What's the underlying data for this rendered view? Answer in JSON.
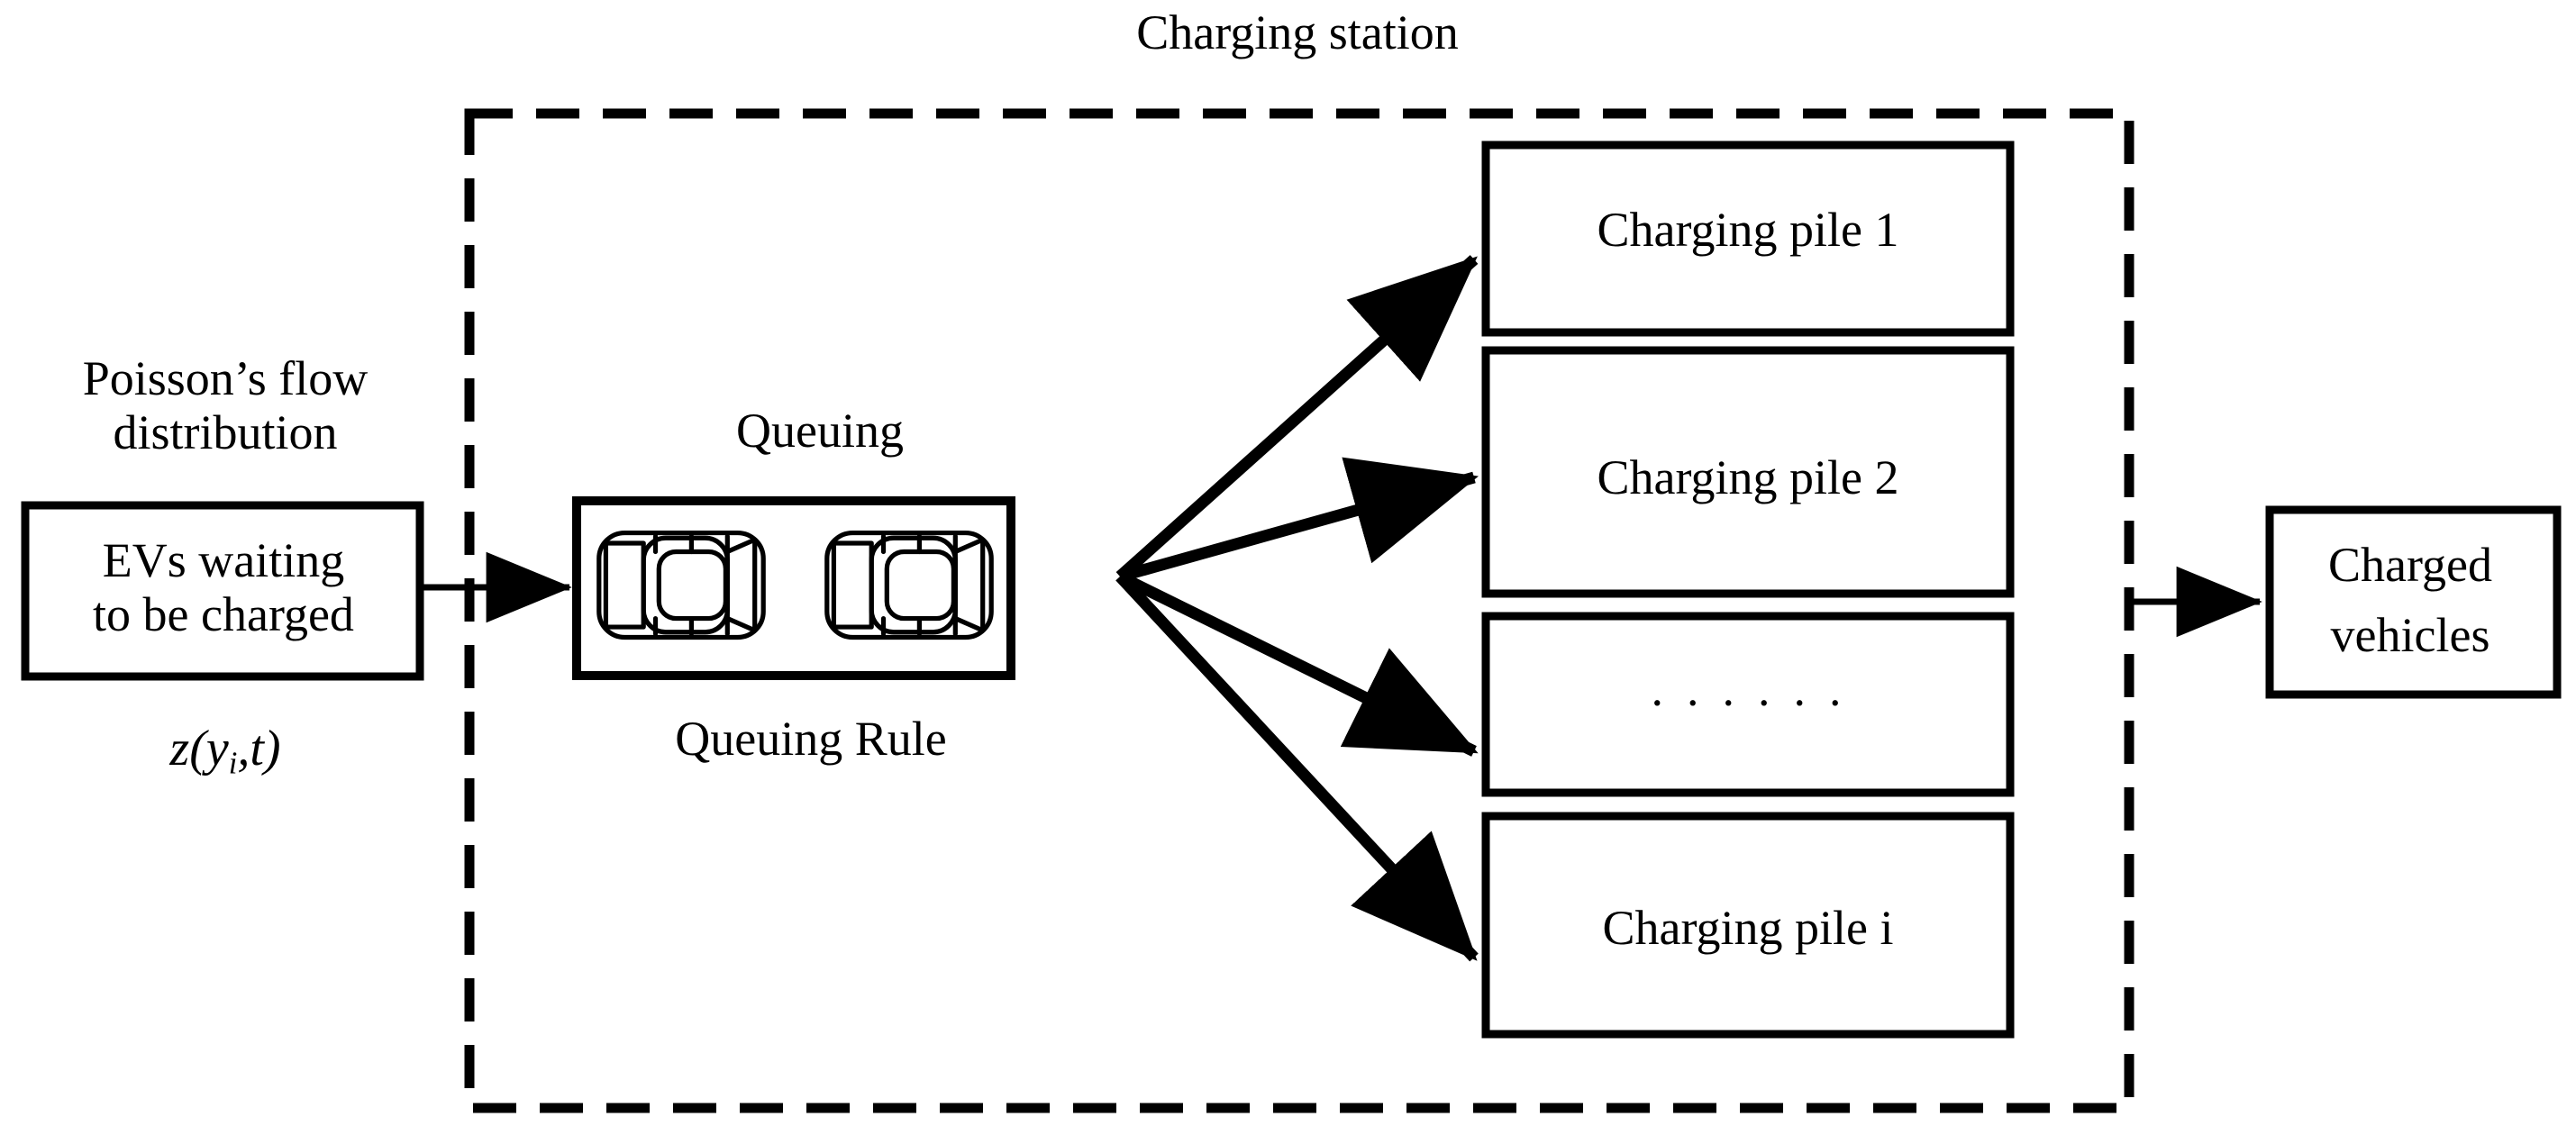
{
  "diagram": {
    "title": "Charging station",
    "background_color": "#ffffff",
    "stroke_color": "#000000",
    "boundary": {
      "name": "Charging station boundary",
      "style": "dashed rectangle"
    },
    "source": {
      "annotation_above": "Poisson’s flow\ndistribution",
      "box_label": "EVs waiting\nto be charged",
      "annotation_below_prefix": "z(y",
      "annotation_below_sub": "i",
      "annotation_below_suffix": ",t)"
    },
    "queue": {
      "label_above": "Queuing",
      "label_below": "Queuing Rule",
      "vehicle_count": 2,
      "vehicle_icon": "car-top-view-icon"
    },
    "piles": [
      {
        "label": "Charging pile 1"
      },
      {
        "label": "Charging pile 2"
      },
      {
        "label": "· · · · · ·"
      },
      {
        "label": "Charging pile i"
      }
    ],
    "output": {
      "box_label": "Charged\nvehicles"
    },
    "arrows": [
      {
        "name": "arrow-evs-to-queue",
        "from": "EVs waiting to be charged",
        "to": "Queuing"
      },
      {
        "name": "arrow-queue-to-pile-1",
        "from": "Queuing",
        "to": "Charging pile 1"
      },
      {
        "name": "arrow-queue-to-pile-2",
        "from": "Queuing",
        "to": "Charging pile 2"
      },
      {
        "name": "arrow-queue-to-pile-dots",
        "from": "Queuing",
        "to": "· · · · · ·"
      },
      {
        "name": "arrow-queue-to-pile-i",
        "from": "Queuing",
        "to": "Charging pile i"
      },
      {
        "name": "arrow-station-to-charged",
        "from": "Charging station",
        "to": "Charged vehicles"
      }
    ]
  }
}
